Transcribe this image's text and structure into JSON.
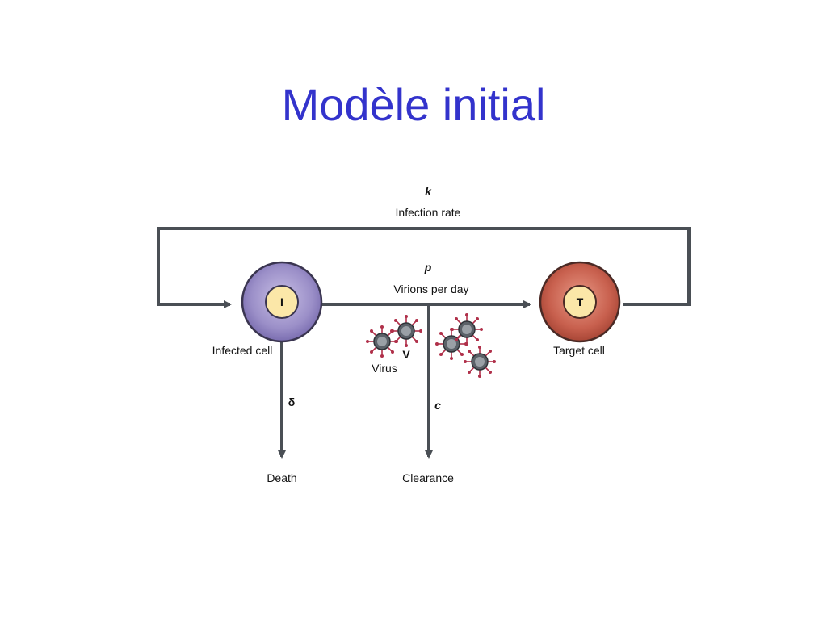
{
  "slide": {
    "title": "Modèle initial",
    "title_color": "#3333cc"
  },
  "colors": {
    "arrow": "#4a4f55",
    "infected_cell_outer": "#9b8fc8",
    "target_cell_outer": "#c8604e",
    "cell_core": "#fbe7a8",
    "virus_spikes": "#b0304a",
    "virus_body": "#9aa0a6"
  },
  "diagram": {
    "infection_symbol": "k",
    "infection_label": "Infection rate",
    "production_symbol": "p",
    "production_label": "Virions per day",
    "infected_cell_letter": "I",
    "infected_cell_label": "Infected cell",
    "target_cell_letter": "T",
    "target_cell_label": "Target cell",
    "virus_letter": "V",
    "virus_label": "Virus",
    "death_symbol": "δ",
    "death_label": "Death",
    "clearance_symbol": "c",
    "clearance_label": "Clearance"
  }
}
